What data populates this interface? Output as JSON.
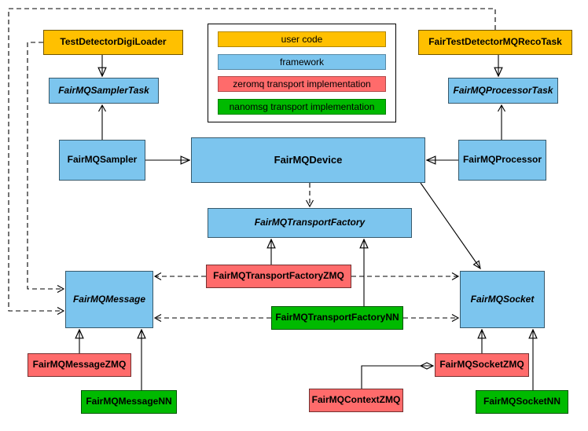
{
  "palette": {
    "user_code": "#FFC000",
    "framework": "#7CC5EE",
    "zeromq": "#FF6B6B",
    "nanomsg": "#00BA00",
    "background": "#FFFFFF",
    "line": "#000000"
  },
  "legend": {
    "items": [
      {
        "id": "user-code",
        "label": "user code",
        "color": "#FFC000"
      },
      {
        "id": "framework",
        "label": "framework",
        "color": "#7CC5EE"
      },
      {
        "id": "zeromq",
        "label": "zeromq transport implementation",
        "color": "#FF6B6B"
      },
      {
        "id": "nanomsg",
        "label": "nanomsg transport implementation",
        "color": "#00BA00"
      }
    ]
  },
  "nodes": {
    "test_detector_digi_loader": {
      "label": "TestDetectorDigiLoader",
      "category": "user code",
      "abstract": false
    },
    "fair_test_detector_mq_reco_task": {
      "label": "FairTestDetectorMQRecoTask",
      "category": "user code",
      "abstract": false
    },
    "fairmq_sampler_task": {
      "label": "FairMQSamplerTask",
      "category": "framework",
      "abstract": true
    },
    "fairmq_processor_task": {
      "label": "FairMQProcessorTask",
      "category": "framework",
      "abstract": true
    },
    "fairmq_sampler": {
      "label": "FairMQSampler",
      "category": "framework",
      "abstract": false
    },
    "fairmq_device": {
      "label": "FairMQDevice",
      "category": "framework",
      "abstract": false
    },
    "fairmq_processor": {
      "label": "FairMQProcessor",
      "category": "framework",
      "abstract": false
    },
    "fairmq_transport_factory": {
      "label": "FairMQTransportFactory",
      "category": "framework",
      "abstract": true
    },
    "fairmq_transport_factory_zmq": {
      "label": "FairMQTransportFactoryZMQ",
      "category": "zeromq",
      "abstract": false
    },
    "fairmq_transport_factory_nn": {
      "label": "FairMQTransportFactoryNN",
      "category": "nanomsg",
      "abstract": false
    },
    "fairmq_message": {
      "label": "FairMQMessage",
      "category": "framework",
      "abstract": true
    },
    "fairmq_socket": {
      "label": "FairMQSocket",
      "category": "framework",
      "abstract": true
    },
    "fairmq_message_zmq": {
      "label": "FairMQMessageZMQ",
      "category": "zeromq",
      "abstract": false
    },
    "fairmq_message_nn": {
      "label": "FairMQMessageNN",
      "category": "nanomsg",
      "abstract": false
    },
    "fairmq_context_zmq": {
      "label": "FairMQContextZMQ",
      "category": "zeromq",
      "abstract": false
    },
    "fairmq_socket_zmq": {
      "label": "FairMQSocketZMQ",
      "category": "zeromq",
      "abstract": false
    },
    "fairmq_socket_nn": {
      "label": "FairMQSocketNN",
      "category": "nanomsg",
      "abstract": false
    }
  },
  "edges": [
    {
      "from": "test_detector_digi_loader",
      "to": "fairmq_sampler_task",
      "type": "inheritance",
      "line": "solid"
    },
    {
      "from": "fairmq_sampler",
      "to": "fairmq_sampler_task",
      "type": "association",
      "line": "solid"
    },
    {
      "from": "fairmq_sampler",
      "to": "fairmq_device",
      "type": "inheritance",
      "line": "solid"
    },
    {
      "from": "fair_test_detector_mq_reco_task",
      "to": "fairmq_processor_task",
      "type": "inheritance",
      "line": "solid"
    },
    {
      "from": "fairmq_processor",
      "to": "fairmq_processor_task",
      "type": "association",
      "line": "solid"
    },
    {
      "from": "fairmq_processor",
      "to": "fairmq_device",
      "type": "inheritance",
      "line": "solid"
    },
    {
      "from": "fairmq_device",
      "to": "fairmq_transport_factory",
      "type": "dependency",
      "line": "dashed"
    },
    {
      "from": "fairmq_device",
      "to": "fairmq_socket",
      "type": "association",
      "line": "solid"
    },
    {
      "from": "fairmq_transport_factory_zmq",
      "to": "fairmq_transport_factory",
      "type": "inheritance",
      "line": "solid"
    },
    {
      "from": "fairmq_transport_factory_nn",
      "to": "fairmq_transport_factory",
      "type": "inheritance",
      "line": "solid"
    },
    {
      "from": "fairmq_transport_factory_zmq",
      "to": "fairmq_message",
      "type": "dependency",
      "line": "dashed"
    },
    {
      "from": "fairmq_transport_factory_zmq",
      "to": "fairmq_socket",
      "type": "dependency",
      "line": "dashed"
    },
    {
      "from": "fairmq_transport_factory_nn",
      "to": "fairmq_message",
      "type": "dependency",
      "line": "dashed"
    },
    {
      "from": "fairmq_transport_factory_nn",
      "to": "fairmq_socket",
      "type": "dependency",
      "line": "dashed"
    },
    {
      "from": "fairmq_message_zmq",
      "to": "fairmq_message",
      "type": "inheritance",
      "line": "solid"
    },
    {
      "from": "fairmq_message_nn",
      "to": "fairmq_message",
      "type": "inheritance",
      "line": "solid"
    },
    {
      "from": "fairmq_socket_zmq",
      "to": "fairmq_socket",
      "type": "inheritance",
      "line": "solid"
    },
    {
      "from": "fairmq_socket_nn",
      "to": "fairmq_socket",
      "type": "inheritance",
      "line": "solid"
    },
    {
      "from": "fairmq_context_zmq",
      "to": "fairmq_socket_zmq",
      "type": "composition",
      "line": "solid"
    },
    {
      "from": "test_detector_digi_loader",
      "to": "fairmq_message",
      "type": "dependency",
      "line": "dashed"
    },
    {
      "from": "fair_test_detector_mq_reco_task",
      "to": "fairmq_message",
      "type": "dependency",
      "line": "dashed"
    }
  ]
}
